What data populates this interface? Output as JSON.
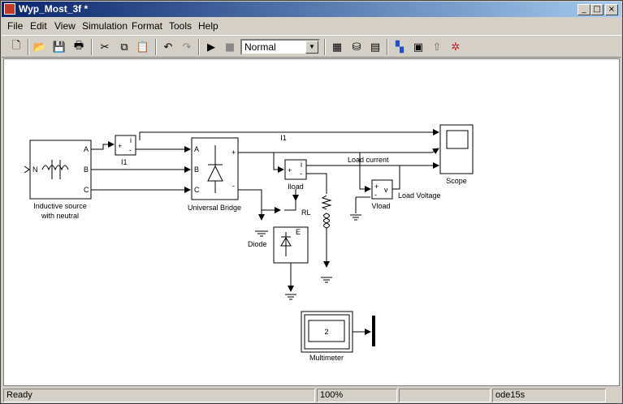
{
  "window": {
    "title": "Wyp_Most_3f *"
  },
  "titlebar_buttons": [
    "_",
    "□",
    "×"
  ],
  "menu": [
    "File",
    "Edit",
    "View",
    "Simulation",
    "Format",
    "Tools",
    "Help"
  ],
  "toolbar": {
    "sim_mode": "Normal"
  },
  "blocks": {
    "source": {
      "label1": "Inductive source",
      "label2": "with neutral",
      "port_a": "A",
      "port_b": "B",
      "port_c": "C",
      "port_n": "N"
    },
    "i1": {
      "label": "I1",
      "plus": "+",
      "minus": "-",
      "i": "i"
    },
    "bridge": {
      "label": "Universal Bridge",
      "port_a": "A",
      "port_b": "B",
      "port_c": "C",
      "plus": "+",
      "minus": "-"
    },
    "iload": {
      "label": "Iload",
      "plus": "+",
      "minus": "-",
      "i": "i"
    },
    "vload": {
      "label": "Vload",
      "plus": "+",
      "minus": "-",
      "v": "v"
    },
    "scope": {
      "label": "Scope"
    },
    "rl": {
      "label": "RL"
    },
    "diode": {
      "label": "Diode"
    },
    "dc_source": {
      "label": "E"
    },
    "multimeter": {
      "label": "Multimeter",
      "value": "2"
    }
  },
  "signals": {
    "i1": "I1",
    "load_current": "Load current",
    "load_voltage": "Load Voltage"
  },
  "status": {
    "ready": "Ready",
    "zoom": "100%",
    "solver": "ode15s"
  }
}
